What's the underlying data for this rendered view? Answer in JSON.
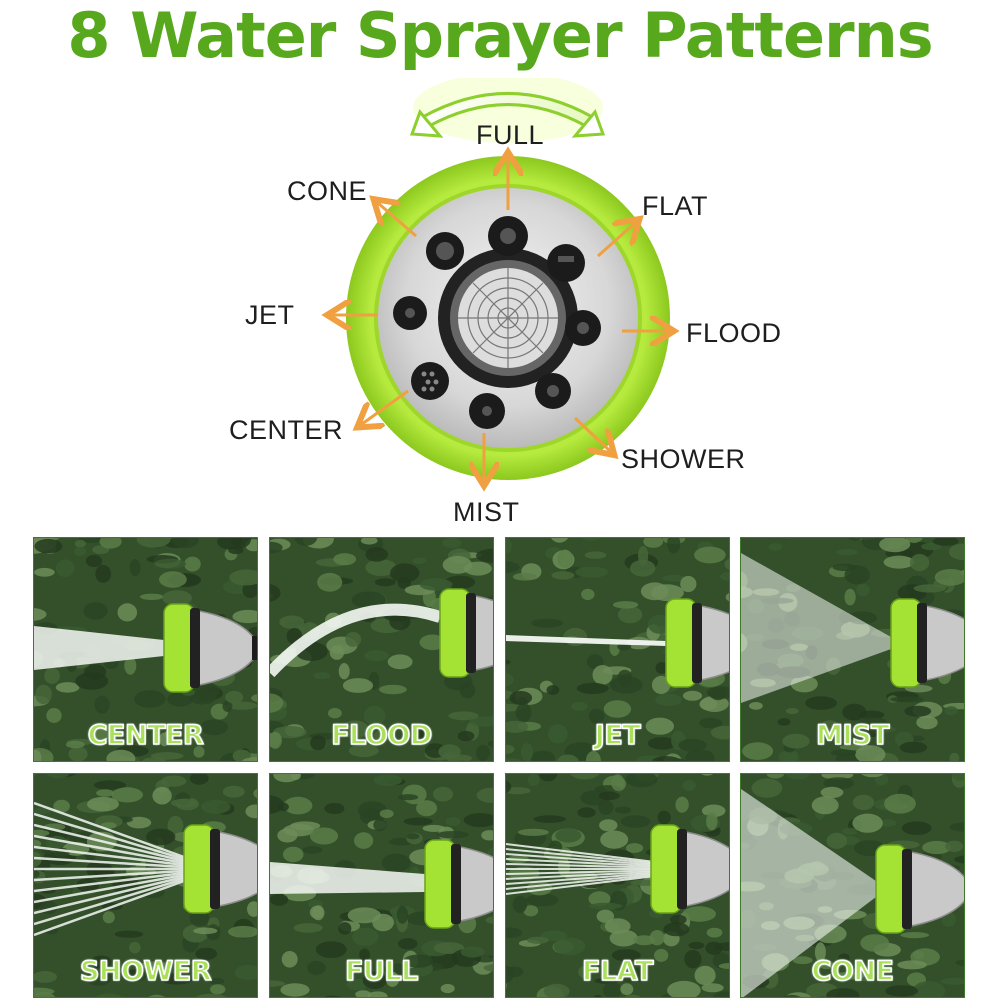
{
  "title": "8 Water Sprayer Patterns",
  "diagram": {
    "labels": {
      "full": "FULL",
      "cone": "CONE",
      "flat": "FLAT",
      "jet": "JET",
      "flood": "FLOOD",
      "center": "CENTER",
      "shower": "SHOWER",
      "mist": "MIST"
    }
  },
  "tiles": [
    {
      "label": "CENTER",
      "spray": "stream"
    },
    {
      "label": "FLOOD",
      "spray": "flood"
    },
    {
      "label": "JET",
      "spray": "jet"
    },
    {
      "label": "MIST",
      "spray": "mist"
    },
    {
      "label": "SHOWER",
      "spray": "shower"
    },
    {
      "label": "FULL",
      "spray": "full"
    },
    {
      "label": "FLAT",
      "spray": "flat"
    },
    {
      "label": "CONE",
      "spray": "cone"
    }
  ],
  "colors": {
    "title": "#58a81e",
    "nozzle_green": "#a4e234",
    "arrow": "#f0a040",
    "label_fill": "#a8e05a",
    "foliage": "#3e5a34"
  }
}
